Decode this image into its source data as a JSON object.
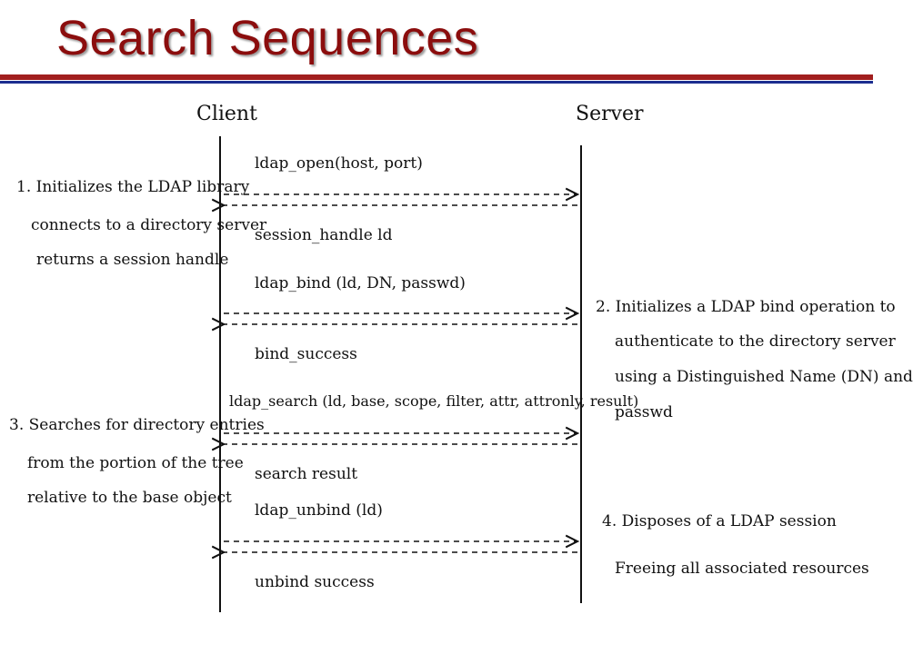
{
  "title": "Search Sequences",
  "colors": {
    "title": "#8b0d0d",
    "rule_red": "#a11e1e",
    "rule_blue": "#1b2d8f"
  },
  "diagram": {
    "client_label": "Client",
    "server_label": "Server",
    "messages": [
      {
        "label": "ldap_open(host, port)",
        "direction": "to-server"
      },
      {
        "label": "session_handle  ld",
        "direction": "to-client"
      },
      {
        "label": "ldap_bind (ld, DN, passwd)",
        "direction": "to-server"
      },
      {
        "label": "bind_success",
        "direction": "to-client"
      },
      {
        "label": "ldap_search (ld, base, scope, filter, attr, attronly, result)",
        "direction": "to-server"
      },
      {
        "label": "search result",
        "direction": "to-client"
      },
      {
        "label": "ldap_unbind (ld)",
        "direction": "to-server"
      },
      {
        "label": "unbind success",
        "direction": "to-client"
      }
    ],
    "notes": {
      "note1": [
        "1. Initializes the LDAP library",
        "connects to a directory server",
        "returns a session handle"
      ],
      "note2": [
        "2. Initializes a LDAP bind operation to",
        "authenticate to the directory server",
        "using a Distinguished Name (DN) and",
        "passwd"
      ],
      "note3": [
        "3. Searches for directory entries",
        "from the portion of the tree",
        "relative to the base object"
      ],
      "note4": [
        "4. Disposes of a LDAP session",
        "Freeing all associated resources"
      ]
    }
  }
}
